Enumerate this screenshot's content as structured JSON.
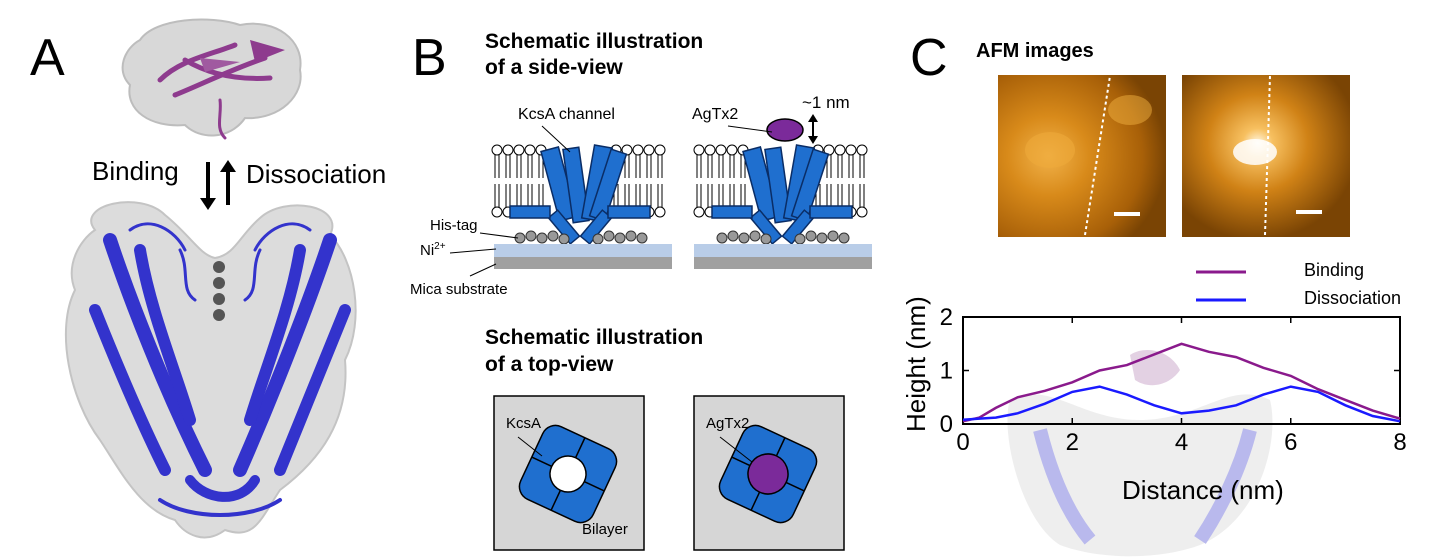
{
  "panel_a": {
    "label": "A",
    "binding": "Binding",
    "dissociation": "Dissociation"
  },
  "panel_b": {
    "label": "B",
    "side_title_1": "Schematic illustration",
    "side_title_2": "of a side-view",
    "kcsa_channel": "KcsA channel",
    "agtx2": "AgTx2",
    "distance": "~1 nm",
    "his_tag": "His-tag",
    "ni": "Ni",
    "ni_sup": "2+",
    "mica": "Mica substrate",
    "top_title_1": "Schematic illustration",
    "top_title_2": "of a top-view",
    "top_kcsa": "KcsA",
    "top_bilayer": "Bilayer",
    "top_agtx2": "AgTx2"
  },
  "panel_c": {
    "label": "C",
    "afm_title": "AFM images",
    "colors": {
      "binding": "#8a1a8c",
      "dissociation": "#1a1aff",
      "afm_bg": "#c87a10"
    }
  },
  "chart_data": {
    "type": "line",
    "xlabel": "Distance (nm)",
    "ylabel": "Height (nm)",
    "xlim": [
      0,
      8
    ],
    "ylim": [
      0,
      2
    ],
    "xticks": [
      "0",
      "2",
      "4",
      "6",
      "8"
    ],
    "yticks": [
      "0",
      "1",
      "2"
    ],
    "legend_position": "top-right",
    "series": [
      {
        "name": "Binding",
        "color": "#8a1a8c",
        "x": [
          0,
          0.3,
          0.6,
          1,
          1.5,
          2,
          2.5,
          3,
          3.5,
          4,
          4.5,
          5,
          5.5,
          6,
          6.5,
          7,
          7.5,
          8
        ],
        "y": [
          0.05,
          0.12,
          0.3,
          0.5,
          0.62,
          0.78,
          1.0,
          1.1,
          1.3,
          1.5,
          1.35,
          1.25,
          1.05,
          0.9,
          0.65,
          0.45,
          0.25,
          0.1
        ]
      },
      {
        "name": "Dissociation",
        "color": "#1a1aff",
        "x": [
          0,
          0.3,
          0.6,
          1,
          1.5,
          2,
          2.5,
          3,
          3.5,
          4,
          4.5,
          5,
          5.5,
          6,
          6.5,
          7,
          7.5,
          8
        ],
        "y": [
          0.08,
          0.1,
          0.12,
          0.2,
          0.38,
          0.6,
          0.7,
          0.55,
          0.35,
          0.2,
          0.25,
          0.35,
          0.55,
          0.7,
          0.6,
          0.35,
          0.15,
          0.05
        ]
      }
    ]
  }
}
